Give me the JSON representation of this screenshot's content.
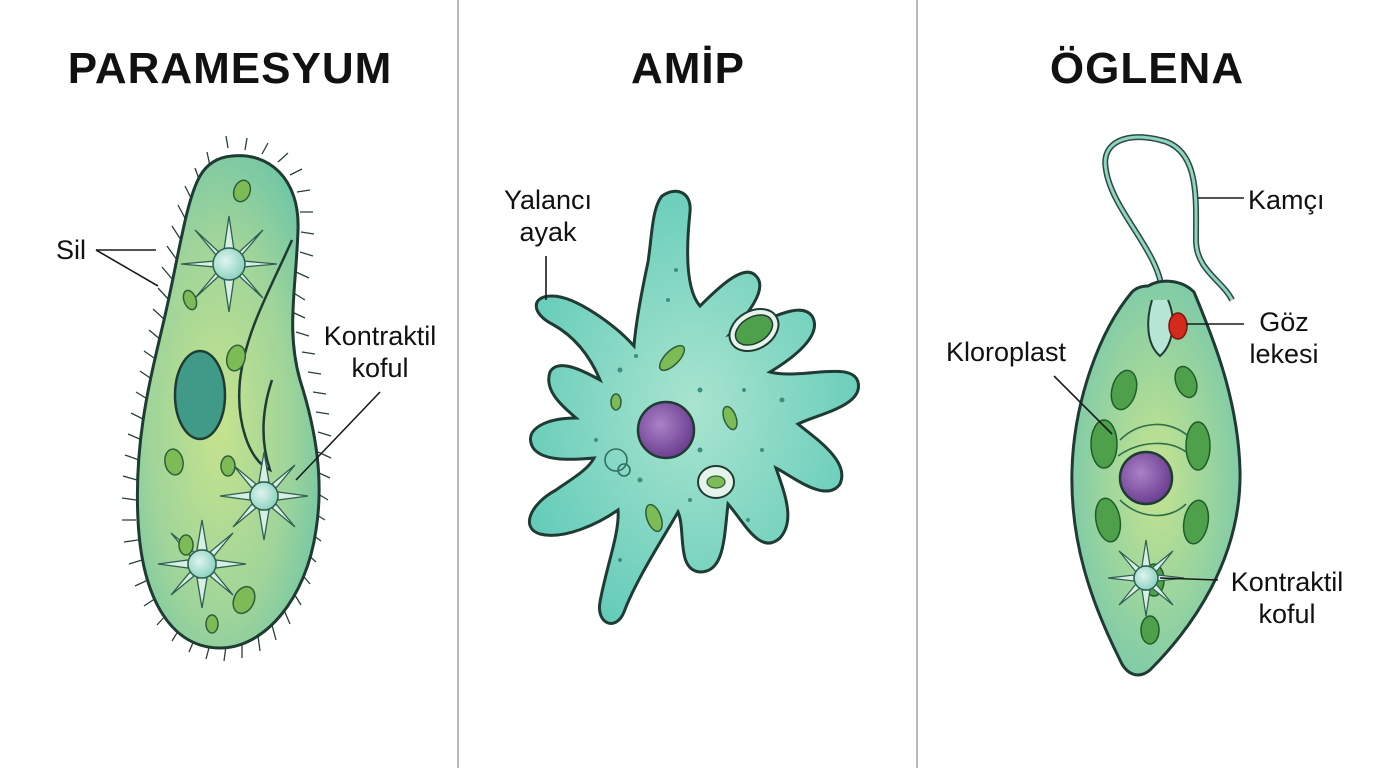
{
  "panels": [
    {
      "title": "PARAMESYUM",
      "labels": {
        "cilia": "Sil",
        "cv_line1": "Kontraktil",
        "cv_line2": "koful"
      }
    },
    {
      "title": "AMİP",
      "labels": {
        "pseudopod_line1": "Yalancı",
        "pseudopod_line2": "ayak"
      }
    },
    {
      "title": "ÖGLENA",
      "labels": {
        "flagellum": "Kamçı",
        "eyespot_line1": "Göz",
        "eyespot_line2": "lekesi",
        "chloroplast": "Kloroplast",
        "cv_line1": "Kontraktil",
        "cv_line2": "koful"
      }
    }
  ],
  "colors": {
    "cell_green": "#9ed49a",
    "amoeba_teal": "#6fd2bf",
    "nucleus_purple": "#8b5fae",
    "chloroplast_green": "#4fa04a",
    "eyespot_red": "#d42a1e",
    "outline": "#1f3b33"
  }
}
